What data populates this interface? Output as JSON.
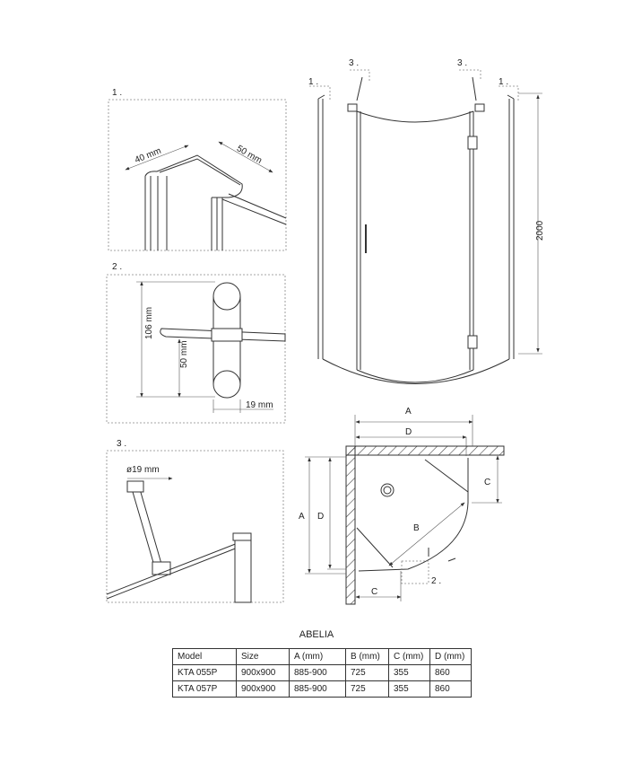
{
  "details": {
    "d1": {
      "label": "1 .",
      "dim_a": "40 mm",
      "dim_b": "50 mm"
    },
    "d2": {
      "label": "2 .",
      "dim_h": "106 mm",
      "dim_mid": "50 mm",
      "dim_w": "19 mm"
    },
    "d3": {
      "label": "3 .",
      "dim_dia": "ø19 mm"
    }
  },
  "elevation": {
    "callout_1": "1 .",
    "callout_3": "3 .",
    "height": "2000"
  },
  "plan": {
    "A": "A",
    "D": "D",
    "C": "C",
    "B": "B",
    "callout_2": "2 ."
  },
  "table": {
    "title": "ABELIA",
    "headers": [
      "Model",
      "Size",
      "A (mm)",
      "B (mm)",
      "C (mm)",
      "D (mm)"
    ],
    "rows": [
      [
        "KTA 055P",
        "900x900",
        "885-900",
        "725",
        "355",
        "860"
      ],
      [
        "KTA 057P",
        "900x900",
        "885-900",
        "725",
        "355",
        "860"
      ]
    ]
  }
}
